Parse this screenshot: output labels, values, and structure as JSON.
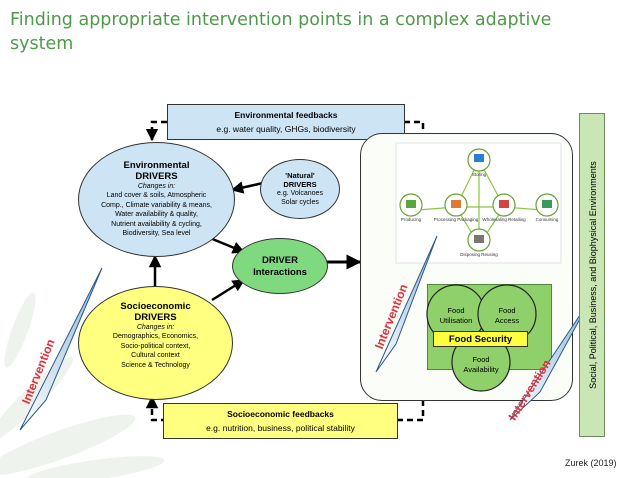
{
  "title": "Finding appropriate intervention points in a complex adaptive system",
  "env_feedback": {
    "title": "Environmental feedbacks",
    "text": "e.g. water quality, GHGs, biodiversity"
  },
  "socio_feedback": {
    "title": "Socioeconomic feedbacks",
    "text": "e.g. nutrition, business, political stability"
  },
  "env_drivers": {
    "title_line1": "Environmental",
    "title_line2": "DRIVERS",
    "changes_in": "Changes in:",
    "lines": [
      "Land cover & soils, Atmospheric",
      "Comp., Climate variability & means,",
      "Water availability & quality,",
      "Nutrient availability & cycling,",
      "Biodiversity, Sea level"
    ]
  },
  "natural_drivers": {
    "title_line1": "'Natural'",
    "title_line2": "DRIVERS",
    "lines": [
      "e.g. Volcanoes",
      "Solar cycles"
    ]
  },
  "socio_drivers": {
    "title_line1": "Socioeconomic",
    "title_line2": "DRIVERS",
    "changes_in": "Changes in:",
    "lines": [
      "Demographics, Economics,",
      "Socio-political context,",
      "Cultural context",
      "Science & Technology"
    ]
  },
  "driver_interactions": {
    "line1": "DRIVER",
    "line2": "Interactions"
  },
  "food_security": {
    "utilisation_1": "Food",
    "utilisation_2": "Utilisation",
    "access_1": "Food",
    "access_2": "Access",
    "availability_1": "Food",
    "availability_2": "Availability",
    "center": "Food Security"
  },
  "food_system": {
    "nodes": [
      "Storing",
      "Producing",
      "Processing Packaging",
      "Wholesaling Retailing",
      "Consuming",
      "Disposing Reusing"
    ]
  },
  "interventions": [
    "Intervention",
    "Intervention",
    "Intervention"
  ],
  "side_label": "Social, Political, Business, and Biophysical Environments",
  "citation": "Zurek (2019)",
  "colors": {
    "title": "#4f9a4a",
    "feedback_box": "#cde4f5",
    "socio_yellow": "#ffff80",
    "driver_green": "#7fd97f",
    "intervention_red": "#e0303a",
    "side_panel": "#c9e6b4"
  }
}
